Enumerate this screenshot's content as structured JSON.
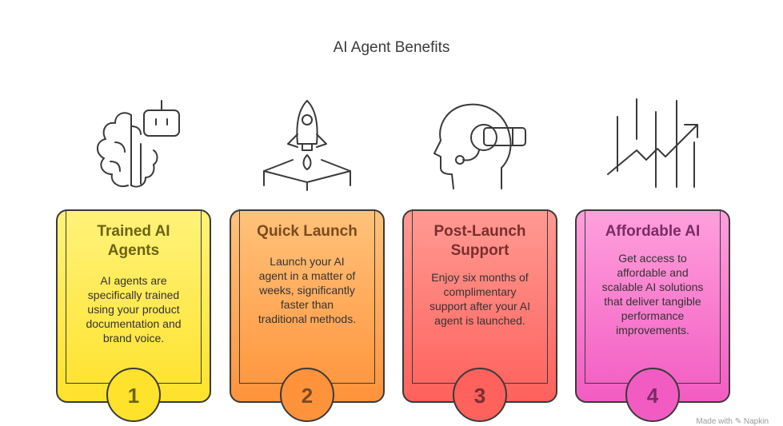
{
  "title": "AI Agent Benefits",
  "credit": "Made with ✎ Napkin",
  "cards": [
    {
      "heading": "Trained AI Agents",
      "heading_lines": [
        "Trained AI",
        "Agents"
      ],
      "description": [
        "AI agents are",
        "specifically trained",
        "using your product",
        "documentation and",
        "brand voice."
      ],
      "number": "1",
      "icon": "brain-robot-icon",
      "color_top": "#fff27a",
      "color_bottom": "#ffe22b",
      "text_color": "#6b6314"
    },
    {
      "heading": "Quick Launch",
      "heading_lines": [
        "Quick Launch"
      ],
      "description": [
        "Launch your AI",
        "agent in a matter of",
        "weeks, significantly",
        "faster than",
        "traditional methods."
      ],
      "number": "2",
      "icon": "rocket-launch-icon",
      "color_top": "#ffc27a",
      "color_bottom": "#ff933b",
      "text_color": "#7a4a1e"
    },
    {
      "heading": "Post-Launch Support",
      "heading_lines": [
        "Post-Launch",
        "Support"
      ],
      "description": [
        "Enjoy six months of",
        "complimentary",
        "support after your AI",
        "agent is launched."
      ],
      "number": "3",
      "icon": "headset-head-icon",
      "color_top": "#ff9a93",
      "color_bottom": "#ff615c",
      "text_color": "#7a2e2e"
    },
    {
      "heading": "Affordable AI",
      "heading_lines": [
        "Affordable AI"
      ],
      "description": [
        "Get access to",
        "affordable and",
        "scalable AI solutions",
        "that deliver tangible",
        "performance",
        "improvements."
      ],
      "number": "4",
      "icon": "trend-chart-icon",
      "color_top": "#ffa0dc",
      "color_bottom": "#f25cc2",
      "text_color": "#7a2b66"
    }
  ]
}
